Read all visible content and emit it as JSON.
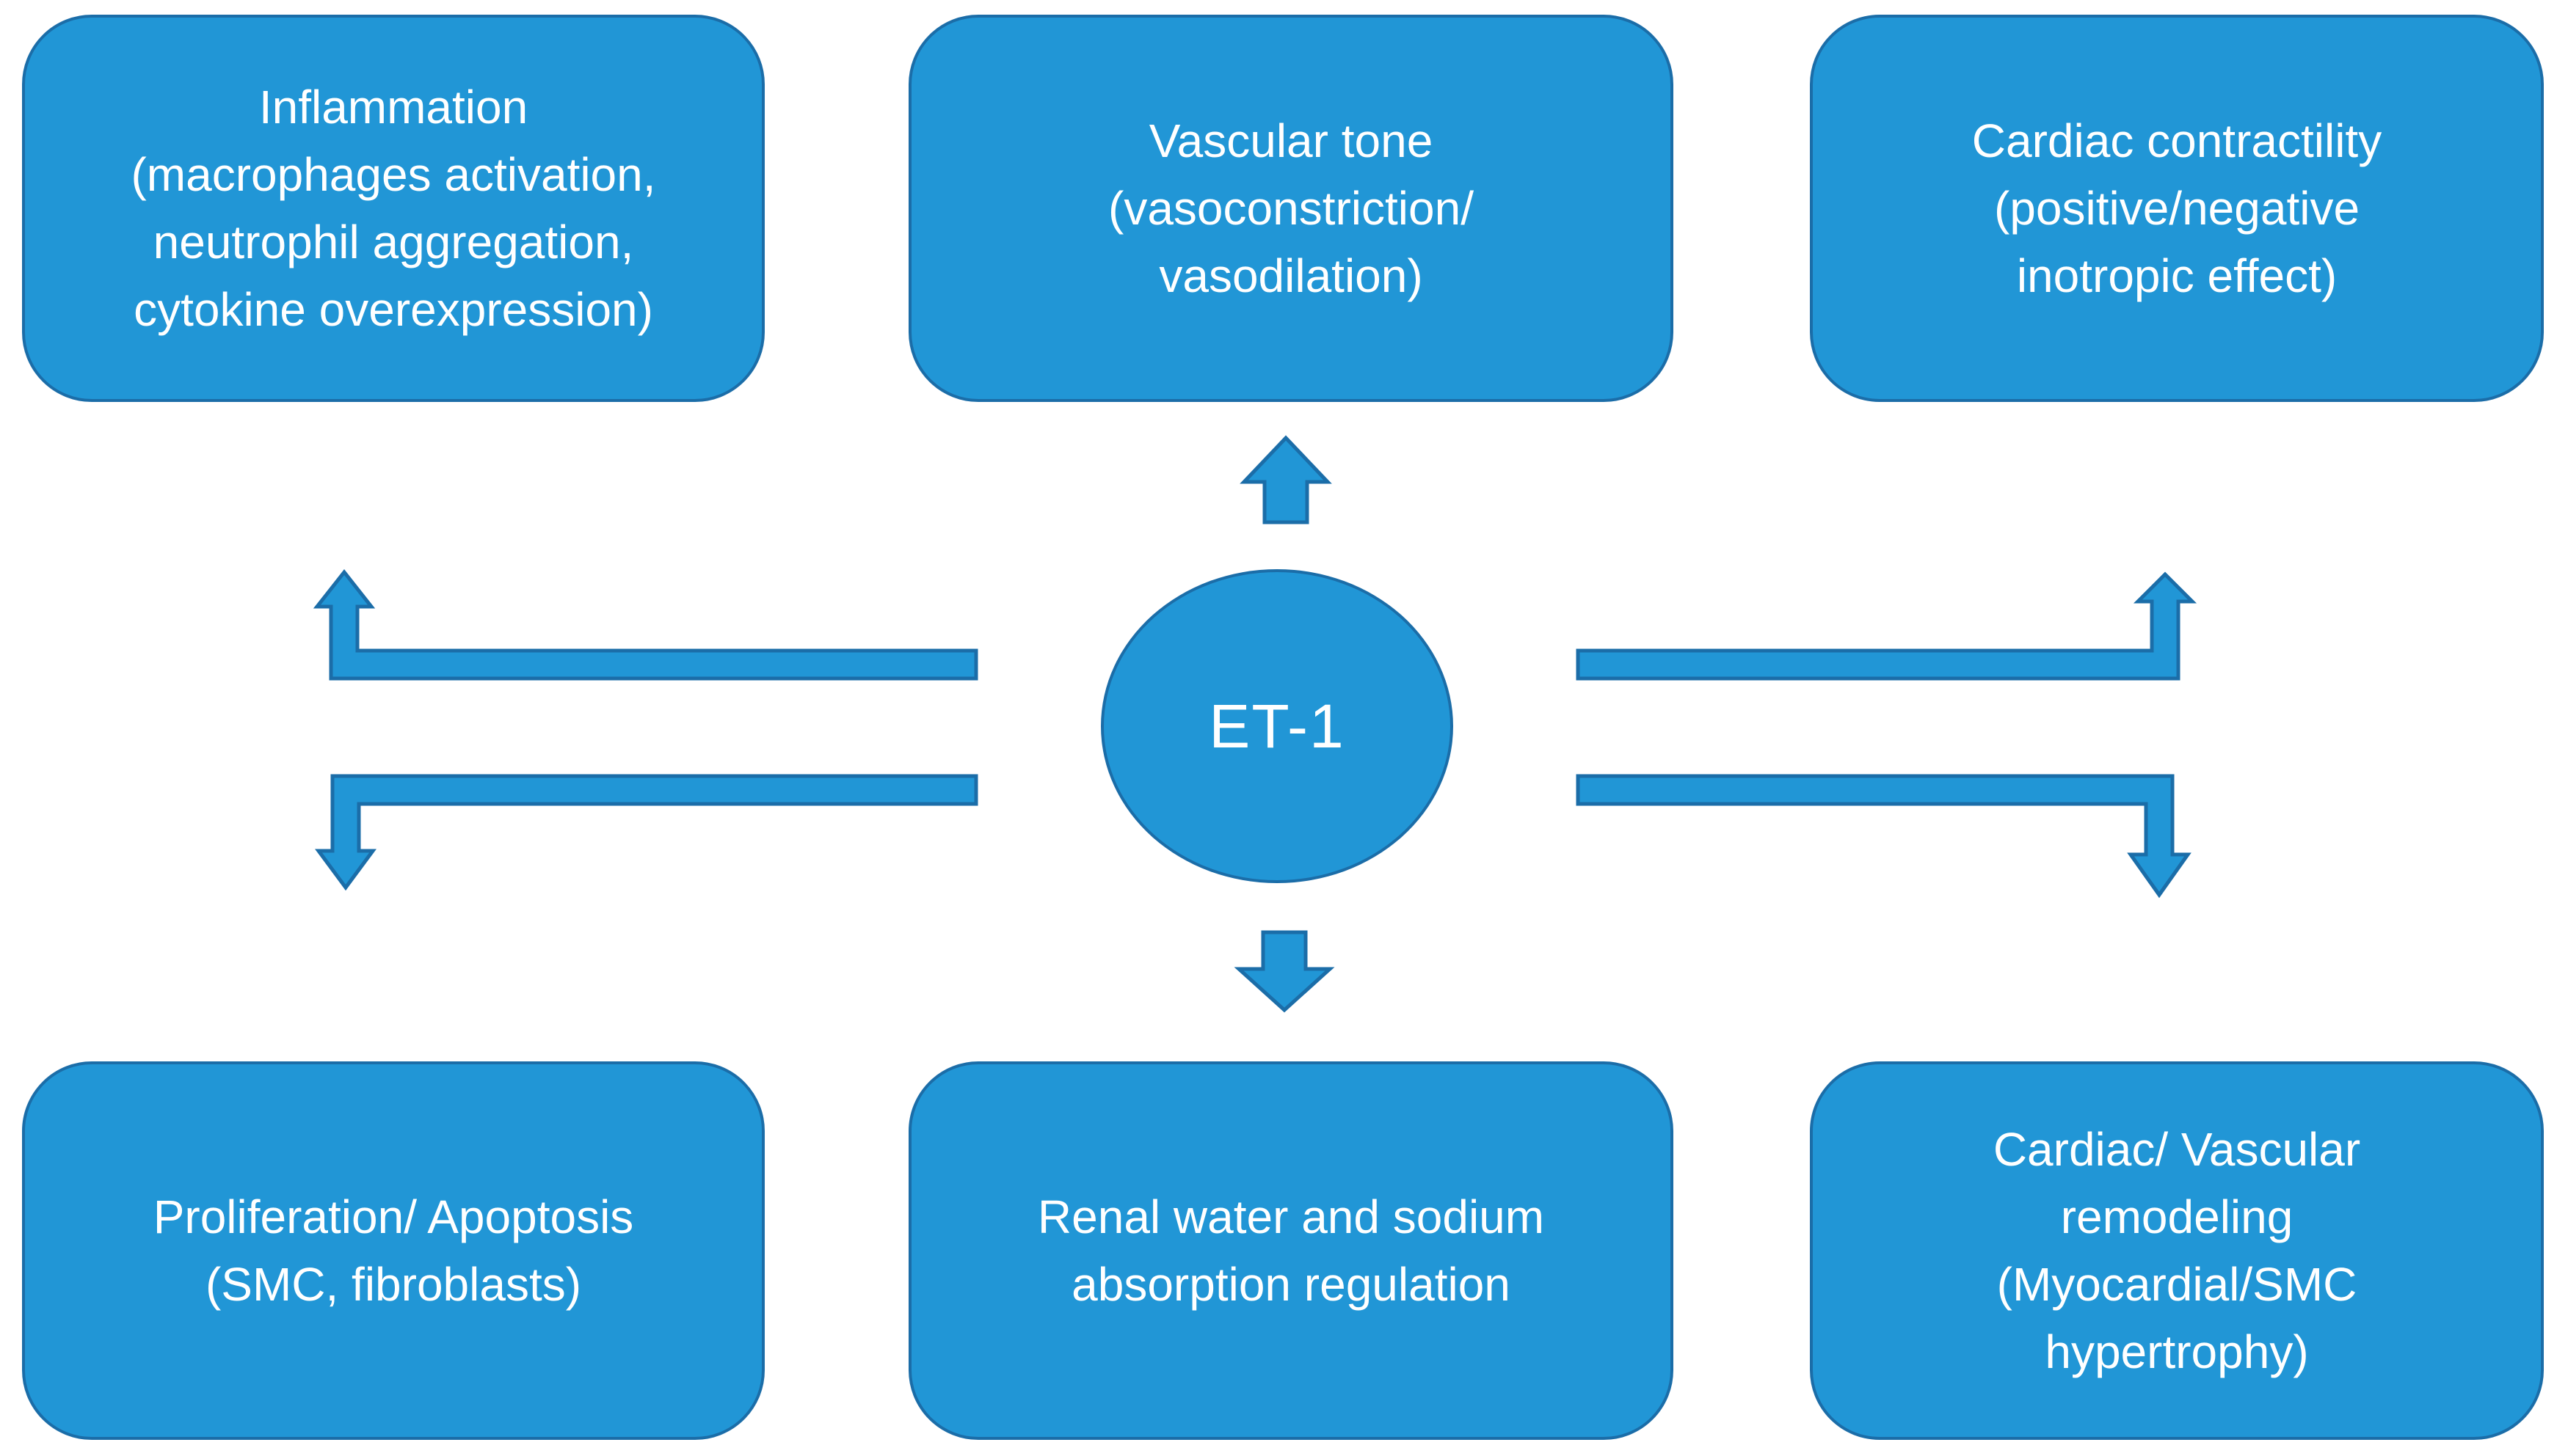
{
  "center": {
    "label": "ET-1"
  },
  "boxes": {
    "top_left": {
      "text": "Inflammation\n(macrophages activation,\nneutrophil aggregation,\ncytokine overexpression)"
    },
    "top_middle": {
      "text": "Vascular tone\n(vasoconstriction/\nvasodilation)"
    },
    "top_right": {
      "text": "Cardiac contractility\n(positive/negative\ninotropic effect)"
    },
    "bottom_left": {
      "text": "Proliferation/ Apoptosis\n(SMC, fibroblasts)"
    },
    "bottom_middle": {
      "text": "Renal water and sodium\nabsorption regulation"
    },
    "bottom_right": {
      "text": "Cardiac/ Vascular\nremodeling\n(Myocardial/SMC\nhypertrophy)"
    }
  },
  "arrows": {
    "center_up": "up-block-arrow",
    "center_down": "down-block-arrow",
    "left_top": "elbow-arrow-up",
    "left_bottom": "elbow-arrow-down",
    "right_top": "elbow-arrow-up",
    "right_bottom": "elbow-arrow-down"
  },
  "colors": {
    "fill": "#2196d6",
    "stroke": "#1b6da8",
    "text": "#ffffff",
    "background": "#ffffff"
  }
}
